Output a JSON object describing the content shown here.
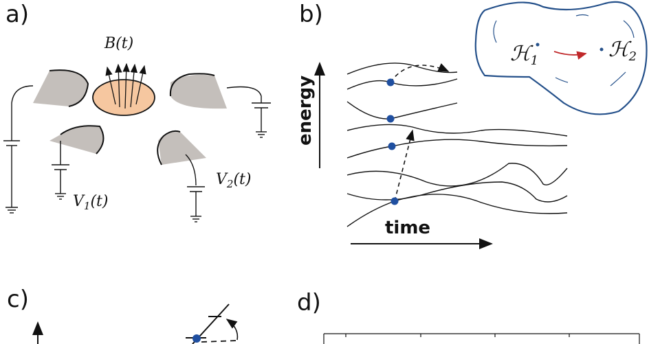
{
  "panels": {
    "a": {
      "label": "a)",
      "field_label": "B(t)",
      "v1_label": "V",
      "v1_sub": "1",
      "v1_tail": "(t)",
      "v2_label": "V",
      "v2_sub": "2",
      "v2_tail": "(t)"
    },
    "b": {
      "label": "b)",
      "y_axis": "energy",
      "x_axis": "time",
      "h1": "ℋ",
      "h1_sub": "1",
      "h2": "ℋ",
      "h2_sub": "2"
    },
    "c": {
      "label": "c)"
    },
    "d": {
      "label": "d)"
    }
  },
  "colors": {
    "dot": "#1f4fa0",
    "island": "#f6c7a0",
    "gate": "#c4bfbb",
    "blob": "#24508a",
    "arrow_red": "#c0282a"
  }
}
